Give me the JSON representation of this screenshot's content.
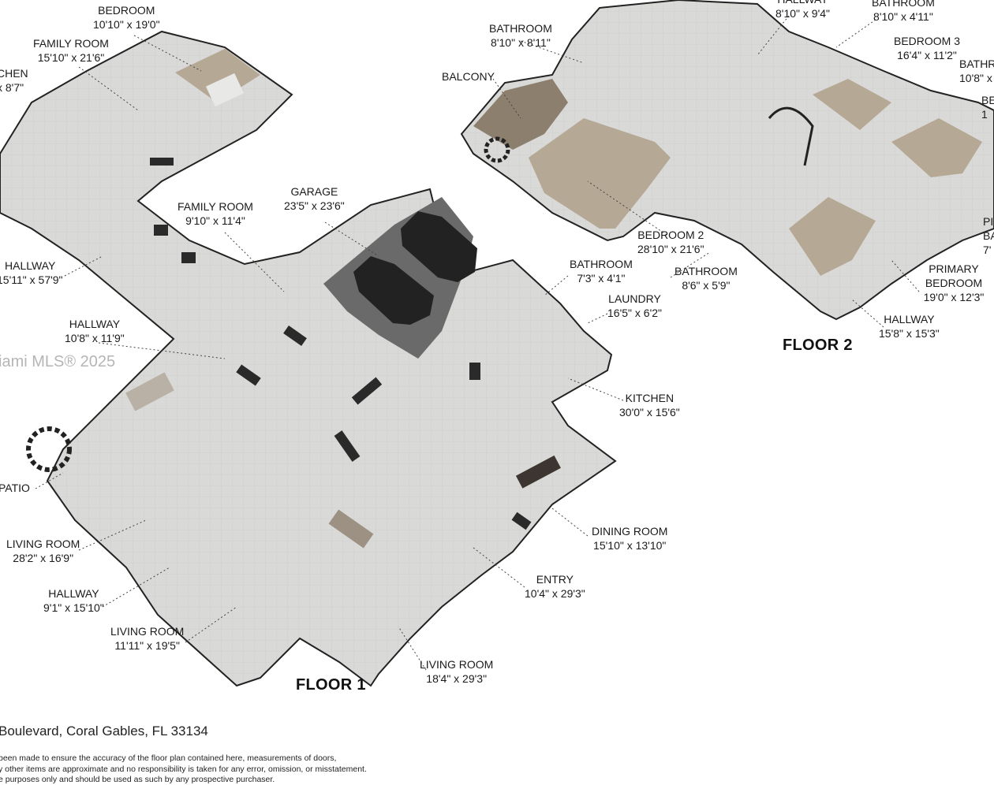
{
  "floors": {
    "floor1": {
      "title": "FLOOR 1"
    },
    "floor2": {
      "title": "FLOOR 2"
    }
  },
  "floor1_rooms": [
    {
      "name": "BEDROOM",
      "dims": "10'10\" x 19'0\""
    },
    {
      "name": "FAMILY ROOM",
      "dims": "15'10\" x 21'6\""
    },
    {
      "name": "CHEN",
      "dims": "x 8'7\""
    },
    {
      "name": "FAMILY ROOM",
      "dims": "9'10\" x 11'4\""
    },
    {
      "name": "GARAGE",
      "dims": "23'5\" x 23'6\""
    },
    {
      "name": "HALLWAY",
      "dims": "15'11\" x 57'9\""
    },
    {
      "name": "HALLWAY",
      "dims": "10'8\" x 11'9\""
    },
    {
      "name": "BATHROOM",
      "dims": "7'3\" x 4'1\""
    },
    {
      "name": "LAUNDRY",
      "dims": "16'5\" x 6'2\""
    },
    {
      "name": "KITCHEN",
      "dims": "30'0\" x 15'6\""
    },
    {
      "name": "PATIO",
      "dims": ""
    },
    {
      "name": "LIVING ROOM",
      "dims": "28'2\" x 16'9\""
    },
    {
      "name": "DINING ROOM",
      "dims": "15'10\" x 13'10\""
    },
    {
      "name": "HALLWAY",
      "dims": "9'1\" x 15'10\""
    },
    {
      "name": "ENTRY",
      "dims": "10'4\" x 29'3\""
    },
    {
      "name": "LIVING ROOM",
      "dims": "11'11\" x 19'5\""
    },
    {
      "name": "LIVING ROOM",
      "dims": "18'4\" x 29'3\""
    }
  ],
  "floor2_rooms": [
    {
      "name": "HALLWAY",
      "dims": "8'10\" x 9'4\""
    },
    {
      "name": "BATHROOM",
      "dims": "8'10\" x 4'11\""
    },
    {
      "name": "BATHROOM",
      "dims": "8'10\" x 8'11\""
    },
    {
      "name": "BEDROOM 3",
      "dims": "16'4\" x 11'2\""
    },
    {
      "name": "BATHR",
      "dims": "10'8\" x"
    },
    {
      "name": "BALCONY",
      "dims": ""
    },
    {
      "name": "BE",
      "dims": "1"
    },
    {
      "name": "PI",
      "dims": ""
    },
    {
      "name": "BAT",
      "dims": "7'"
    },
    {
      "name": "BEDROOM 2",
      "dims": "28'10\" x 21'6\""
    },
    {
      "name": "BATHROOM",
      "dims": "8'6\" x 5'9\""
    },
    {
      "name": "PRIMARY BEDROOM",
      "dims": "19'0\" x 12'3\""
    },
    {
      "name": "HALLWAY",
      "dims": "15'8\" x 15'3\""
    }
  ],
  "watermark": "iami MLS® 2025",
  "address": "Boulevard, Coral Gables, FL 33134",
  "disclaimer": [
    "been made to ensure the accuracy of the floor plan contained here, measurements of doors,",
    "y other items are approximate and no responsibility is taken for any error, omission, or misstatement.",
    "e purposes only and should be used as such by any prospective purchaser."
  ],
  "colors": {
    "floor_tile": "#d9d9d7",
    "wall": "#ffffff",
    "wall_edge": "#222222",
    "carpet": "#b5a895",
    "garage_floor": "#666666",
    "text": "#1a1a1a"
  }
}
